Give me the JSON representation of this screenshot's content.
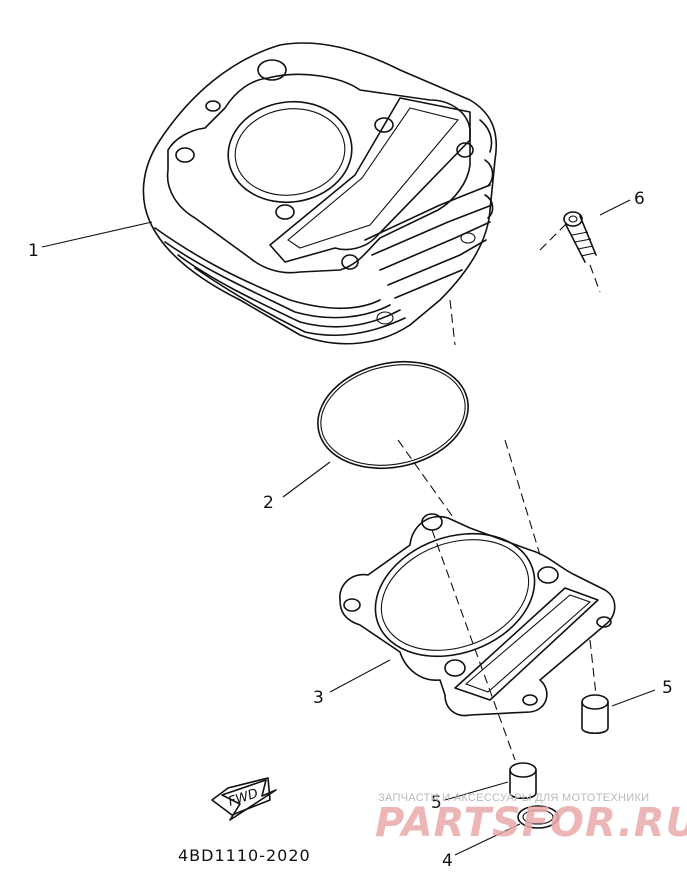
{
  "callouts": [
    {
      "label": "1",
      "part": "cylinder"
    },
    {
      "label": "2",
      "part": "o-ring"
    },
    {
      "label": "3",
      "part": "cylinder-gasket"
    },
    {
      "label": "4",
      "part": "o-ring-small"
    },
    {
      "label": "5",
      "part": "dowel-pin"
    },
    {
      "label": "5",
      "part": "dowel-pin"
    },
    {
      "label": "6",
      "part": "bolt"
    }
  ],
  "fwd_label": "FWD",
  "part_number": "4BD1110-2020",
  "watermark": {
    "line1": "ЗАПЧАСТИ И АКСЕССУАРЫ ДЛЯ МОТОТЕХНИКИ",
    "line2": "PARTSFOR.RU"
  }
}
